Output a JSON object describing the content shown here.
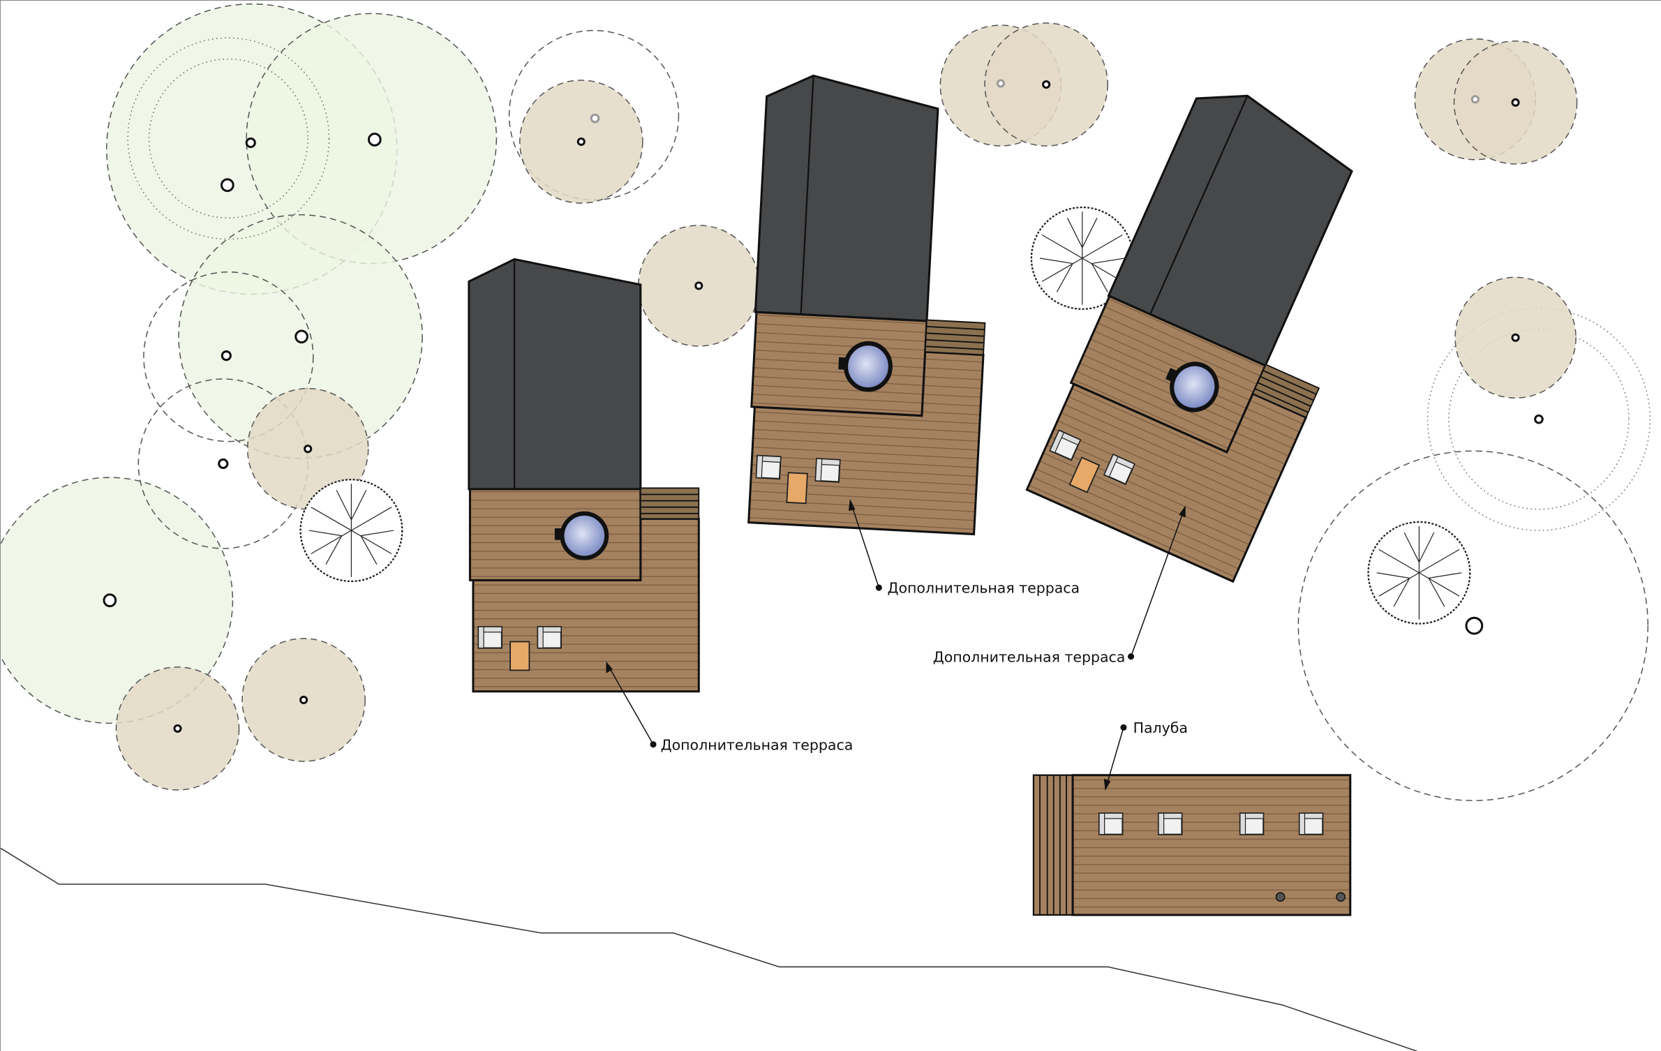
{
  "labels": {
    "terrace_1": "Дополнительная терраса",
    "terrace_2": "Дополнительная терраса",
    "terrace_3": "Дополнительная терраса",
    "deck": "Палуба"
  },
  "colors": {
    "roof": "#47484a",
    "wood": "#a5825f",
    "tree_green": "#eef5e2",
    "tree_tan": "#e3d9c5",
    "hot_tub": "#8f9fd4",
    "door": "#e6a968"
  }
}
